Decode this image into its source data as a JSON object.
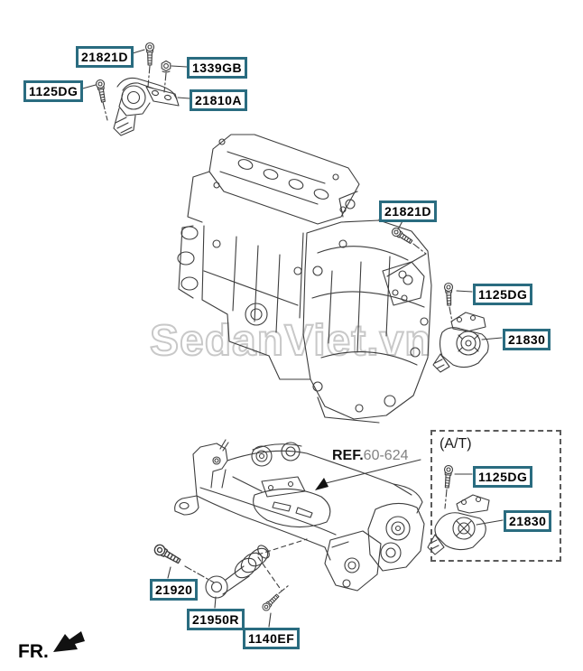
{
  "watermark": "SedanViet.vn",
  "fr_label": "FR.",
  "ref_label": {
    "prefix": "REF.",
    "number": "60-624"
  },
  "at_inset_label": "(A/T)",
  "part_labels": [
    {
      "text": "21821D"
    },
    {
      "text": "1339GB"
    },
    {
      "text": "1125DG"
    },
    {
      "text": "21810A"
    },
    {
      "text": "21821D"
    },
    {
      "text": "1125DG"
    },
    {
      "text": "21830"
    },
    {
      "text": "1125DG"
    },
    {
      "text": "21830"
    },
    {
      "text": "21920"
    },
    {
      "text": "21950R"
    },
    {
      "text": "1140EF"
    }
  ],
  "colors": {
    "label_border": "#2a6c80",
    "label_text": "#000000",
    "watermark_outline": "#c6c6c6",
    "ref_number_gray": "#828282",
    "line_color": "#3d3d3d",
    "background": "#ffffff"
  }
}
